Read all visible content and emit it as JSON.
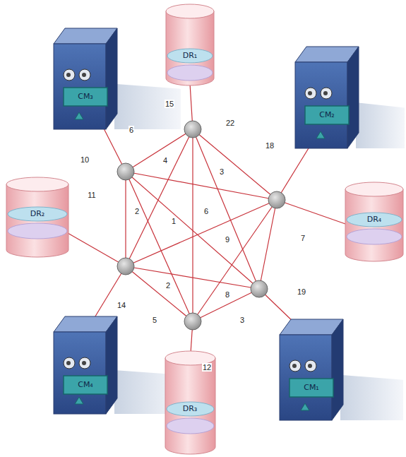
{
  "diagram": {
    "nodes": [
      {
        "text": [
          "DR₁"
        ]
      },
      {
        "text": [
          "CM₃"
        ]
      },
      {
        "text": [
          "CM₂"
        ]
      },
      {
        "text": [
          "DR₂"
        ]
      },
      {
        "text": [
          "DR₄"
        ]
      },
      {
        "text": [
          "CM₄"
        ]
      },
      {
        "text": [
          "CM₁"
        ]
      },
      {
        "text": [
          "DR₃"
        ]
      }
    ],
    "labels": [
      "15",
      "22",
      "6",
      "18",
      "10",
      "4",
      "3",
      "11",
      "2",
      "1",
      "6",
      "9",
      "7",
      "2",
      "8",
      "19",
      "14",
      "5",
      "3",
      "12"
    ]
  }
}
